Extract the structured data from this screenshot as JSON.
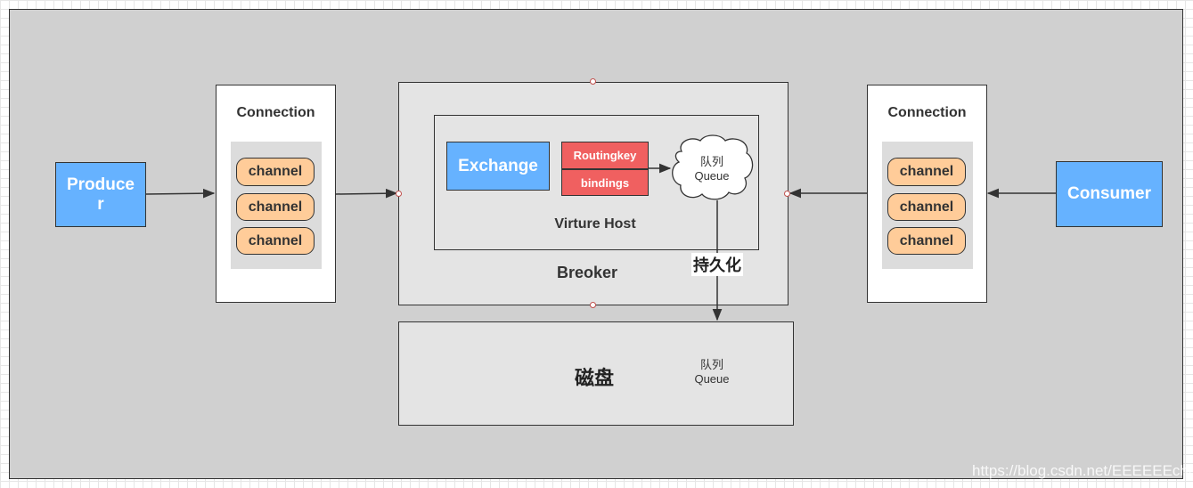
{
  "producer": {
    "label": "Produce\nr"
  },
  "consumer": {
    "label": "Consumer"
  },
  "left_connection": {
    "title": "Connection",
    "channels": [
      "channel",
      "channel",
      "channel"
    ]
  },
  "right_connection": {
    "title": "Connection",
    "channels": [
      "channel",
      "channel",
      "channel"
    ]
  },
  "broker": {
    "label": "Breoker"
  },
  "virtual_host": {
    "label": "Virture Host",
    "exchange": "Exchange",
    "routing_key": "Routingkey",
    "bindings": "bindings",
    "queue": {
      "line1": "队列",
      "line2": "Queue"
    }
  },
  "persistence": {
    "label": "持久化"
  },
  "disk": {
    "label": "磁盘",
    "queue": {
      "line1": "队列",
      "line2": "Queue"
    }
  },
  "watermark": "https://blog.csdn.net/EEEEEEcho",
  "colors": {
    "blue": "#66b2ff",
    "channel": "#ffcc99",
    "red": "#f06060",
    "canvas": "#d0d0d0",
    "panel": "#e4e4e4"
  }
}
